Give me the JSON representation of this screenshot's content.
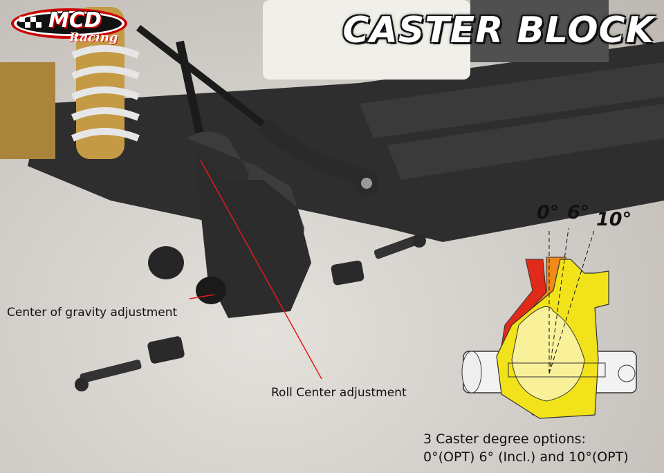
{
  "logo": {
    "brand": "MCD",
    "sub": "Racing"
  },
  "title": "CASTER BLOCK",
  "labels": {
    "cog": "Center of gravity adjustment",
    "roll": "Roll Center adjustment"
  },
  "degrees": [
    "0°",
    "6°",
    "10°"
  ],
  "note": {
    "line1": "3 Caster degree options:",
    "line2": "0°(OPT)  6° (Incl.) and 10°(OPT)"
  },
  "colors": {
    "chassis": "#2a2a2a",
    "gold": "#b08a3e",
    "orange": "#f08a1a",
    "red": "#e02a1a",
    "yellow": "#f2e21a",
    "pointer": "#e31a1a"
  }
}
